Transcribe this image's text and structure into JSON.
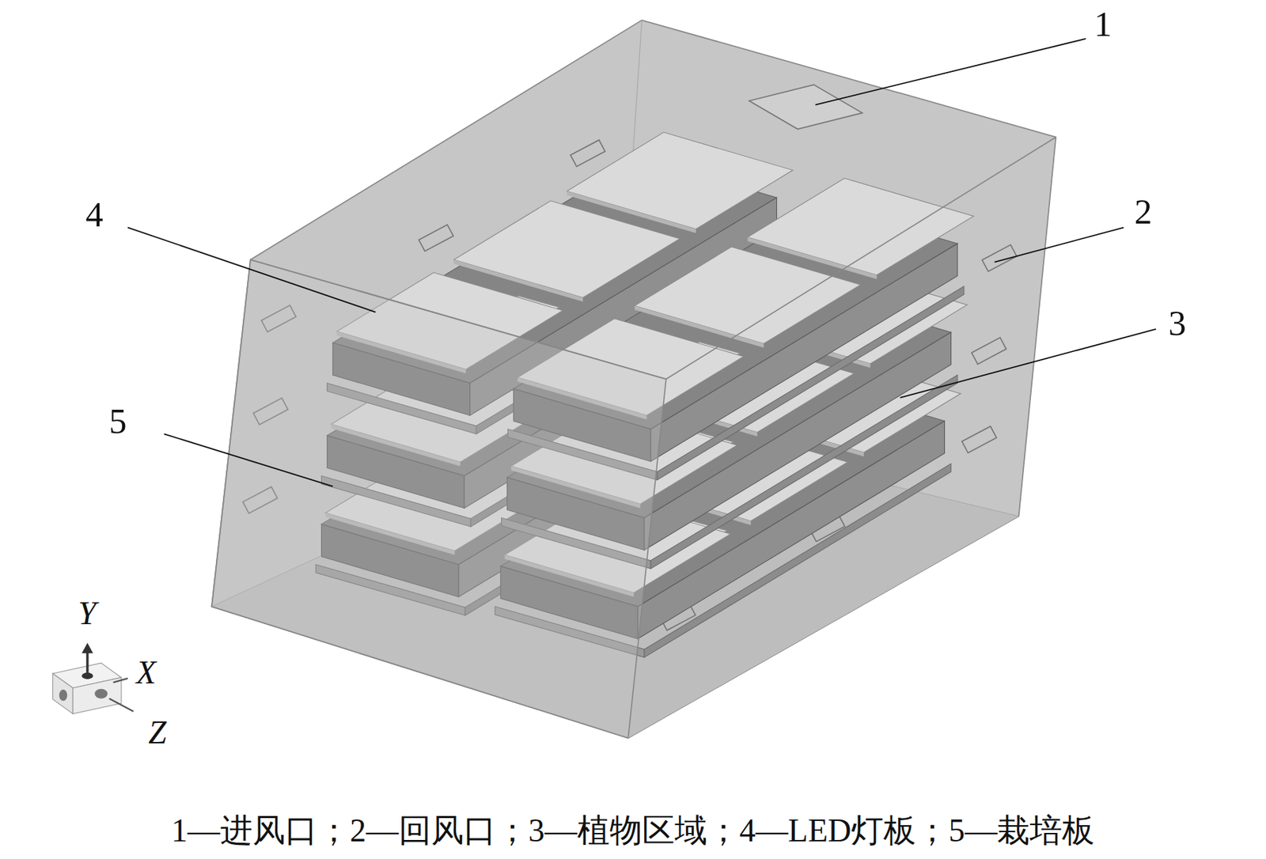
{
  "diagram": {
    "caption": "1—进风口；2—回风口；3—植物区域；4—LED灯板；5—栽培板",
    "labels": [
      "1",
      "4",
      "2",
      "3",
      "5",
      "Y",
      "X",
      "Z"
    ]
  }
}
